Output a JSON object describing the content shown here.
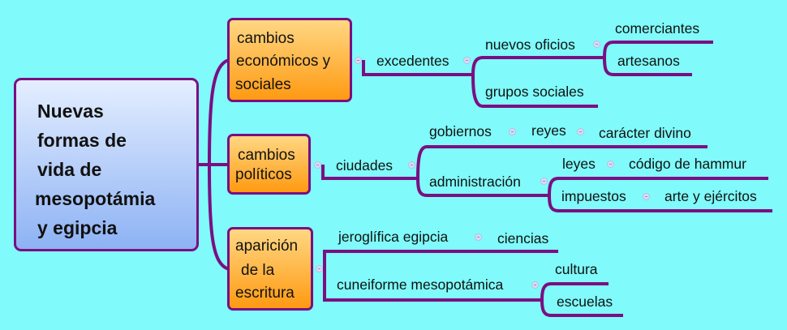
{
  "root": {
    "lines": [
      "Nuevas",
      "formas de",
      "vida de",
      "mesopotámia",
      "y egipcia"
    ]
  },
  "branches": {
    "economic": {
      "lines": [
        "cambios",
        "económicos y",
        "sociales"
      ]
    },
    "political": {
      "lines": [
        "cambios",
        "políticos"
      ]
    },
    "writing": {
      "lines": [
        "aparición",
        "de la",
        "escritura"
      ]
    }
  },
  "nodes": {
    "excedentes": "excedentes",
    "nuevos_oficios": "nuevos oficios",
    "comerciantes": "comerciantes",
    "artesanos": "artesanos",
    "grupos_sociales": "grupos sociales",
    "ciudades": "ciudades",
    "gobiernos": "gobiernos",
    "reyes": "reyes",
    "caracter_divino": "carácter divino",
    "administracion": "administración",
    "leyes": "leyes",
    "codigo": "código de hammur",
    "impuestos": "impuestos",
    "arte": "arte y ejércitos",
    "jeroglifica": "jeroglífica egipcia",
    "ciencias": "ciencias",
    "cuneiforme": "cuneiforme mesopotámica",
    "cultura": "cultura",
    "escuelas": "escuelas"
  },
  "colors": {
    "background": "#80FAFA",
    "line": "#7A0F82",
    "root_fill": "#B6CFF9",
    "branch_fill": "#FFB84A"
  }
}
